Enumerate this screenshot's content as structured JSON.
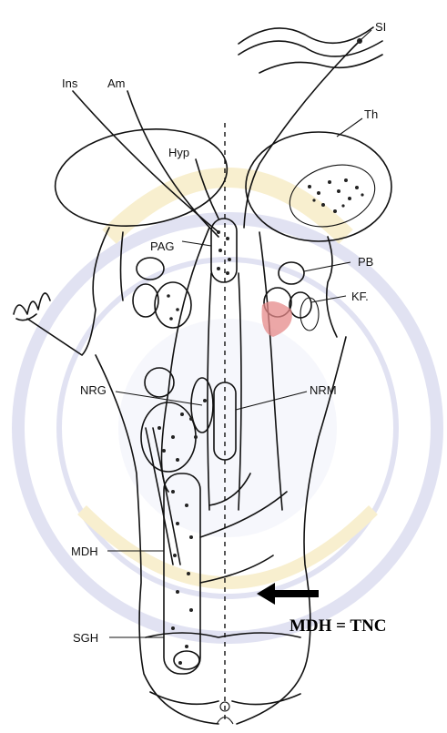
{
  "labels": {
    "si": "SI",
    "ins": "Ins",
    "am": "Am",
    "th": "Th",
    "hyp": "Hyp",
    "pag": "PAG",
    "pb": "PB",
    "kf": "KF.",
    "nrg": "NRG",
    "nrm": "NRM",
    "mdh": "MDH",
    "sgh": "SGH"
  },
  "callout": {
    "text": "MDH = TNC"
  },
  "colors": {
    "ink": "#111111",
    "kf_highlight": "#e58a8a",
    "watermark_blue": "#c9cbe8",
    "watermark_yellow": "#f3e3a8"
  }
}
